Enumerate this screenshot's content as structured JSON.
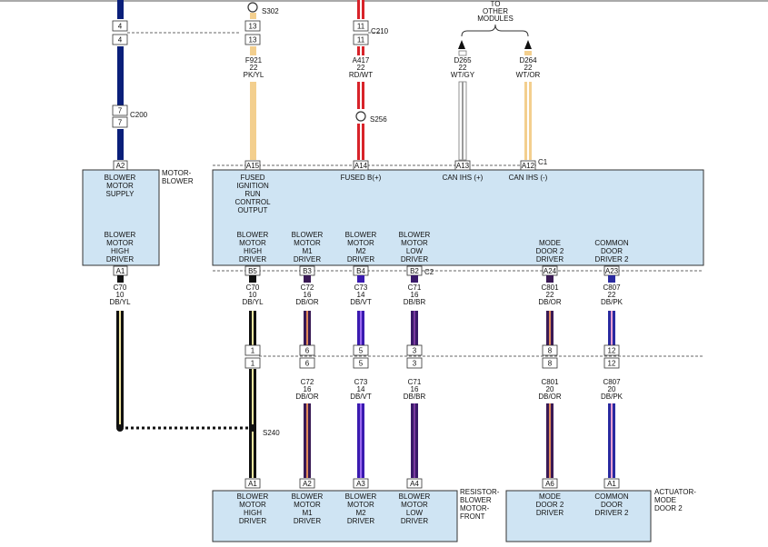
{
  "modules": {
    "blower_module": {
      "name": "MOTOR-BLOWER",
      "name_lines": [
        "MOTOR-",
        "BLOWER"
      ],
      "supply": [
        "BLOWER",
        "MOTOR",
        "SUPPLY"
      ],
      "high_driver": [
        "BLOWER",
        "MOTOR",
        "HIGH",
        "DRIVER"
      ]
    },
    "main_box": {
      "fused_ignition": [
        "FUSED",
        "IGNITION",
        "RUN",
        "CONTROL",
        "OUTPUT"
      ],
      "fused_b": "FUSED B(+)",
      "can_ihs_plus": "CAN IHS (+)",
      "can_ihs_minus": "CAN IHS (-)",
      "outputs": [
        [
          "BLOWER",
          "MOTOR",
          "HIGH",
          "DRIVER"
        ],
        [
          "BLOWER",
          "MOTOR",
          "M1",
          "DRIVER"
        ],
        [
          "BLOWER",
          "MOTOR",
          "M2",
          "DRIVER"
        ],
        [
          "BLOWER",
          "MOTOR",
          "LOW",
          "DRIVER"
        ],
        [
          "MODE",
          "DOOR 2",
          "DRIVER"
        ],
        [
          "COMMON",
          "DOOR",
          "DRIVER 2"
        ]
      ]
    },
    "resistor": {
      "name_lines": [
        "RESISTOR-",
        "BLOWER",
        "MOTOR-",
        "FRONT"
      ],
      "inputs": [
        [
          "BLOWER",
          "MOTOR",
          "HIGH",
          "DRIVER"
        ],
        [
          "BLOWER",
          "MOTOR",
          "M1",
          "DRIVER"
        ],
        [
          "BLOWER",
          "MOTOR",
          "M2",
          "DRIVER"
        ],
        [
          "BLOWER",
          "MOTOR",
          "LOW",
          "DRIVER"
        ]
      ]
    },
    "actuator": {
      "name_lines": [
        "ACTUATOR-",
        "MODE",
        "DOOR 2"
      ],
      "inputs": [
        [
          "MODE",
          "DOOR 2",
          "DRIVER"
        ],
        [
          "COMMON",
          "DOOR",
          "DRIVER 2"
        ]
      ]
    }
  },
  "connectors": {
    "c200": "C200",
    "c210": "C210",
    "c1": "C1",
    "c2": "C2",
    "pins": {
      "c200_top": "4",
      "c200_bottom": "7",
      "c210_f921": "13",
      "c210_a417": "11",
      "c1": [
        "A15",
        "A14",
        "A13",
        "A12"
      ],
      "a2": "A2",
      "a1": "A1",
      "c2": [
        "B5",
        "B3",
        "B4",
        "B2",
        "A24",
        "A23"
      ],
      "inline": [
        "1",
        "6",
        "5",
        "3",
        "8",
        "12"
      ],
      "resistor": [
        "A1",
        "A2",
        "A3",
        "A4"
      ],
      "actuator": [
        "A6",
        "A1"
      ]
    }
  },
  "splices": {
    "s302": "S302",
    "s256": "S256",
    "s240": "S240"
  },
  "annotations": {
    "other_modules": [
      "TO",
      "OTHER",
      "MODULES"
    ]
  },
  "wires": {
    "f921": [
      "F921",
      "22",
      "PK/YL"
    ],
    "a417": [
      "A417",
      "22",
      "RD/WT"
    ],
    "d265": [
      "D265",
      "22",
      "WT/GY"
    ],
    "d264": [
      "D264",
      "22",
      "WT/OR"
    ],
    "c70_left": [
      "C70",
      "10",
      "DB/YL"
    ],
    "c70": [
      "C70",
      "10",
      "DB/YL"
    ],
    "c72": [
      "C72",
      "16",
      "DB/OR"
    ],
    "c73": [
      "C73",
      "14",
      "DB/VT"
    ],
    "c71": [
      "C71",
      "16",
      "DB/BR"
    ],
    "c801": [
      "C801",
      "22",
      "DB/OR"
    ],
    "c807": [
      "C807",
      "22",
      "DB/PK"
    ],
    "c72_lower": [
      "C72",
      "16",
      "DB/OR"
    ],
    "c73_lower": [
      "C73",
      "14",
      "DB/VT"
    ],
    "c71_lower": [
      "C71",
      "16",
      "DB/BR"
    ],
    "c801_lower": [
      "C801",
      "20",
      "DB/OR"
    ],
    "c807_lower": [
      "C807",
      "20",
      "DB/PK"
    ]
  },
  "colors": {
    "module_fill": "#cfe4f3",
    "db": "#0a1f7a",
    "pk": "#f3cf8e",
    "rd": "#d8232a",
    "yl": "#f1e6a0",
    "or": "#e28a5a",
    "vt": "#6a2bd6",
    "br": "#7a3aa0",
    "gy": "#9a9a9a"
  }
}
